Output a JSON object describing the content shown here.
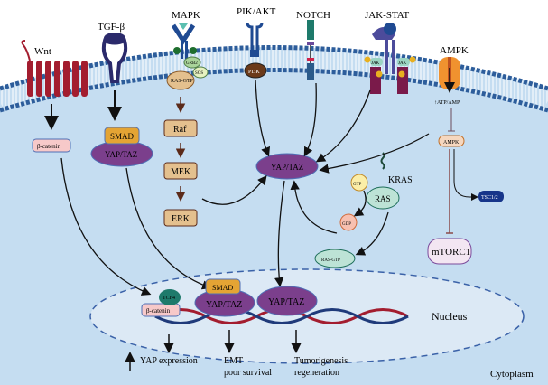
{
  "pathways": {
    "wnt": "Wnt",
    "tgf": "TGF-β",
    "mapk": "MAPK",
    "pik": "PIK/AKT",
    "notch": "NOTCH",
    "jak": "JAK-STAT",
    "ampk": "AMPK"
  },
  "nodes": {
    "beta_catenin": "β-catenin",
    "smad": "SMAD",
    "yap_taz": "YAP/TAZ",
    "grb2": "GRB2",
    "sos": "SOS",
    "ras_gtp": "RAS-GTP",
    "raf": "Raf",
    "mek": "MEK",
    "erk": "ERK",
    "pi3k": "PI3K",
    "jak": "JAK",
    "p": "P",
    "atp_amp": "↑ATP/AMP",
    "ampk_small": "AMPK",
    "tsc": "TSC1/2",
    "mtorc1": "mTORC1",
    "kras": "KRAS",
    "ras": "RAS",
    "gtp": "GTP",
    "gdp": "GDP",
    "tcf4": "TCF4"
  },
  "nucleus_label": "Nucleus",
  "cytoplasm_label": "Cytoplasm",
  "outcomes": {
    "yap_expression": "YAP expression",
    "emt": "EMT",
    "poor_survival": "poor survival",
    "tumorigenesis": "Tumorigenesis",
    "regeneration": "regeneration"
  },
  "colors": {
    "cytoplasm": "#c5ddf1",
    "membrane": "#2d5d9b",
    "yap_taz": "#7b3f8c",
    "smad": "#e4a434",
    "kinase_box": "#e4c08e",
    "wnt_receptor": "#a31d2f",
    "tgf_receptor": "#2b2a6b",
    "pi3k": "#6b3a1a",
    "tsc": "#17358a",
    "ampk_channel": "#f0922f"
  }
}
